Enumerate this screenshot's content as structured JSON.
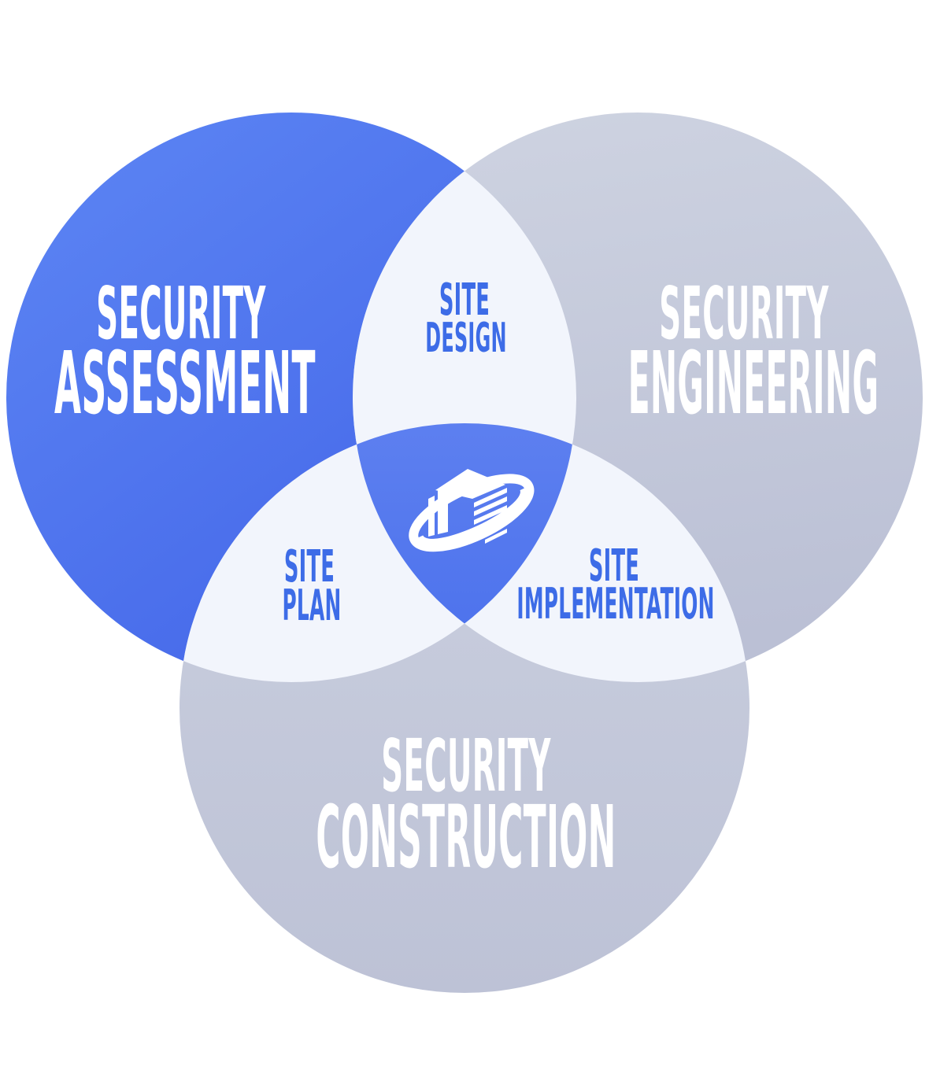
{
  "diagram": {
    "kind": "venn-3",
    "circles": [
      {
        "id": "security-assessment",
        "label_line1": "SECURITY",
        "label_line2": "ASSESSMENT"
      },
      {
        "id": "security-engineering",
        "label_line1": "SECURITY",
        "label_line2": "ENGINEERING"
      },
      {
        "id": "security-construction",
        "label_line1": "SECURITY",
        "label_line2": "CONSTRUCTION"
      }
    ],
    "overlaps": [
      {
        "id": "site-design",
        "label_line1": "SITE",
        "label_line2": "DESIGN"
      },
      {
        "id": "site-plan",
        "label_line1": "SITE",
        "label_line2": "PLAN"
      },
      {
        "id": "site-implementation",
        "label_line1": "SITE",
        "label_line2": "IMPLEMENTATION"
      }
    ],
    "center": {
      "logo": "building-orbit-logo"
    }
  },
  "colors": {
    "blue_circle_top": "#5d86f4",
    "blue_circle_bottom": "#4365e8",
    "gray_circle_top": "#ced3e1",
    "gray_circle_bottom": "#bbc0d5",
    "gray_bottom_circle_top": "#cbd0df",
    "gray_bottom_circle_bottom": "#bdc2d6",
    "overlap_fill": "#f2f5fc",
    "center_top": "#7492f4",
    "center_bottom": "#4a70ec",
    "overlap_text": "#3d6ce7",
    "circle_text": "#ffffff",
    "logo_white": "#ffffff"
  }
}
